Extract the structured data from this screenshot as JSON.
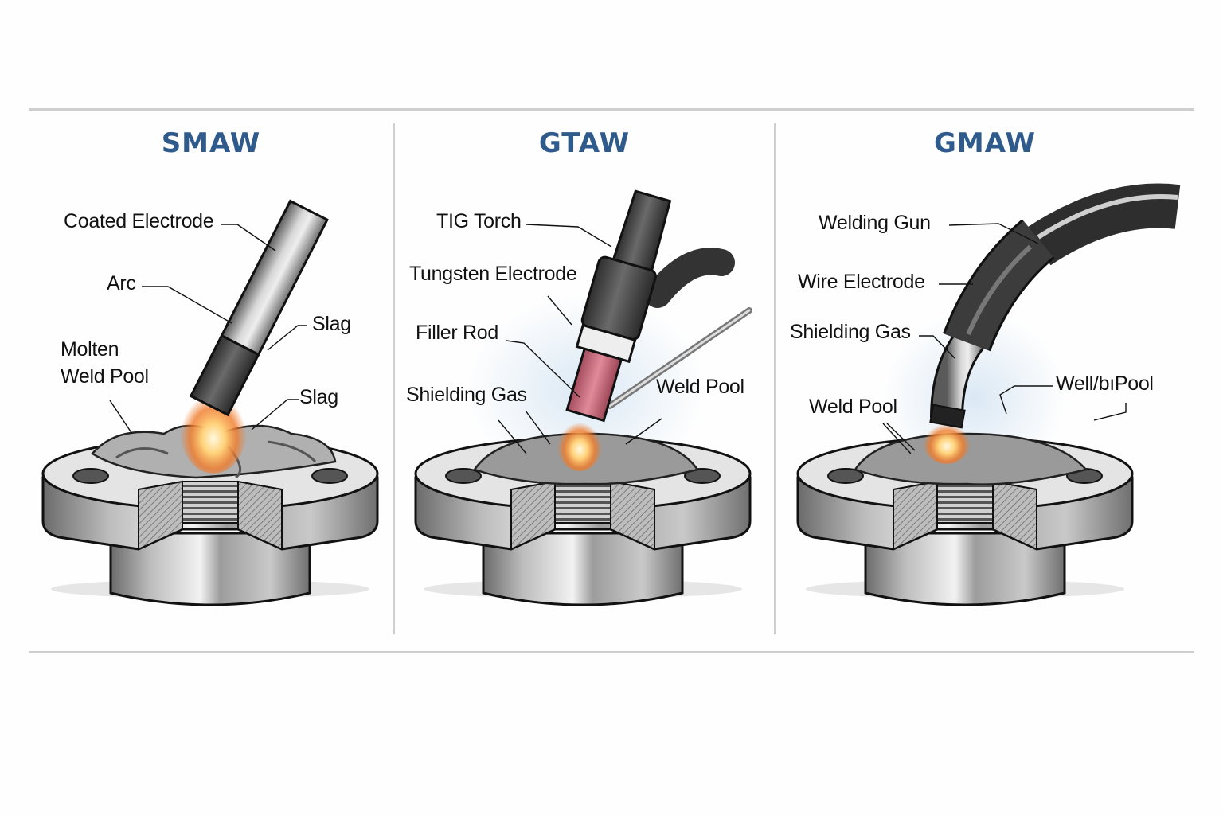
{
  "colors": {
    "title": "#2f5a8c",
    "rule": "#cfcfcf",
    "metal": "#9a9a9a",
    "flame": "#f07a2a",
    "gas_glow": "#d7e6f3",
    "ceramic_cup": "#c8687a"
  },
  "panels": [
    {
      "title": "SMAW",
      "labels": {
        "coated_electrode": "Coated Electrode",
        "arc": "Arc",
        "slag_upper": "Slag",
        "molten_line1": "Molten",
        "molten_line2": "Weld Pool",
        "slag_lower": "Slag"
      }
    },
    {
      "title": "GTAW",
      "labels": {
        "tig_torch": "TIG Torch",
        "tungsten_electrode": "Tungsten Electrode",
        "filler_rod": "Filler Rod",
        "shielding_gas": "Shielding Gas",
        "weld_pool": "Weld Pool"
      }
    },
    {
      "title": "GMAW",
      "labels": {
        "welding_gun": "Welding Gun",
        "wire_electrode": "Wire Electrode",
        "shielding_gas": "Shielding Gas",
        "weld_pool": "Weld Pool",
        "weld_pool_right": "Well/bıPool"
      }
    }
  ]
}
